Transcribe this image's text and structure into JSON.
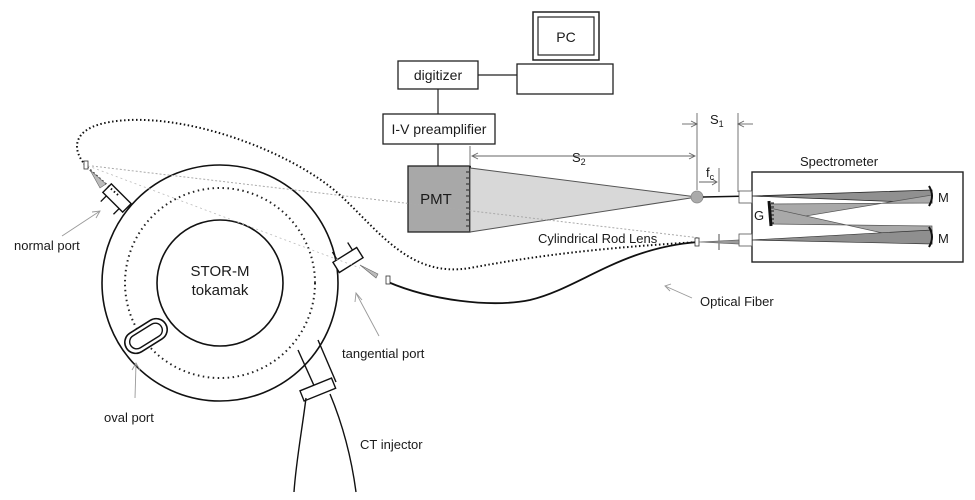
{
  "pc": {
    "label": "PC"
  },
  "digitizer": {
    "label": "digitizer"
  },
  "preamp": {
    "label": "I-V preamplifier"
  },
  "pmt": {
    "label": "PMT"
  },
  "spectrometer": {
    "title": "Spectrometer",
    "grating": "G",
    "mirror_top": "M",
    "mirror_bottom": "M"
  },
  "tokamak": {
    "line1": "STOR-M",
    "line2": "tokamak"
  },
  "labels": {
    "normal_port": "normal port",
    "oval_port": "oval port",
    "tangential_port": "tangential port",
    "ct_injector": "CT injector",
    "cyl_lens": "Cylindrical Rod Lens",
    "optical_fiber": "Optical Fiber"
  },
  "dimensions": {
    "s1": {
      "base": "S",
      "sub": "1"
    },
    "s2": {
      "base": "S",
      "sub": "2"
    },
    "fc": {
      "base": "f",
      "sub": "c"
    }
  }
}
